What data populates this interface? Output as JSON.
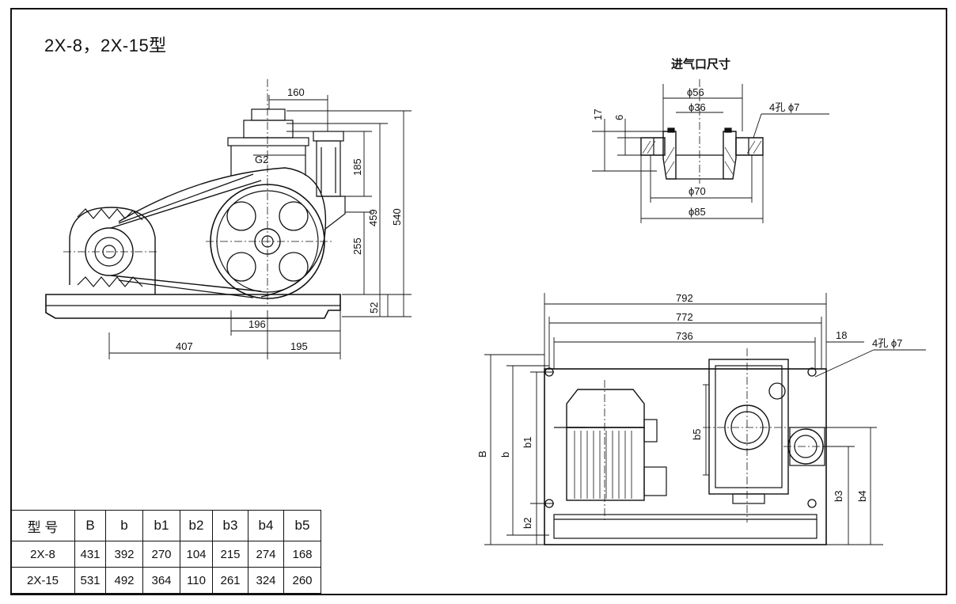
{
  "title": "2X-8，2X-15型",
  "inlet": {
    "title": "进气口尺寸",
    "d56": "ϕ56",
    "d36": "ϕ36",
    "d70": "ϕ70",
    "d85": "ϕ85",
    "h17": "17",
    "h6": "6",
    "holes": "4孔  ϕ7"
  },
  "side_view": {
    "d160": "160",
    "g": "G2",
    "d185": "185",
    "d459": "459",
    "d540": "540",
    "d255": "255",
    "d52": "52",
    "d196": "196",
    "d407": "407",
    "d195": "195"
  },
  "plan_view": {
    "d792": "792",
    "d772": "772",
    "d736": "736",
    "d18": "18",
    "holes": "4孔  ϕ7",
    "B": "B",
    "b": "b",
    "b1": "b1",
    "b2": "b2",
    "b3": "b3",
    "b4": "b4",
    "b5": "b5"
  },
  "table": {
    "headers": [
      "型  号",
      "B",
      "b",
      "b1",
      "b2",
      "b3",
      "b4",
      "b5"
    ],
    "rows": [
      [
        "2X-8",
        "431",
        "392",
        "270",
        "104",
        "215",
        "274",
        "168"
      ],
      [
        "2X-15",
        "531",
        "492",
        "364",
        "110",
        "261",
        "324",
        "260"
      ]
    ]
  }
}
